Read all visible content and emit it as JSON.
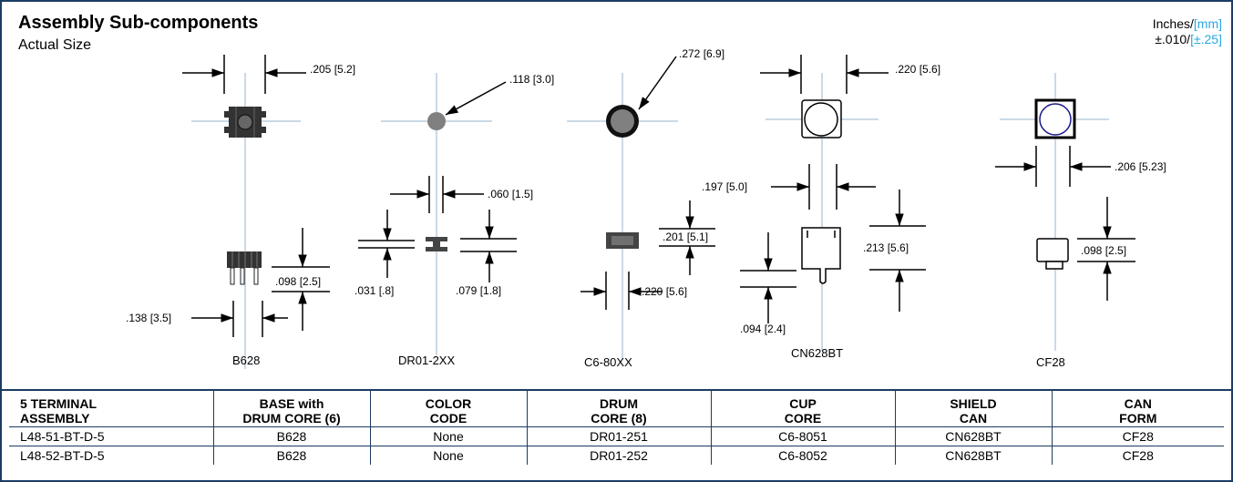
{
  "header": {
    "title": "Assembly Sub-components",
    "subtitle": "Actual Size",
    "units_inches": "Inches/",
    "units_mm": "[mm]",
    "tol_inches": ".010/",
    "tol_mm": "[±.25]"
  },
  "diagram": {
    "b628": {
      "label": "B628",
      "dim_width": ".205 [5.2]",
      "dim_height": ".098 [2.5]",
      "dim_pin": ".138 [3.5]"
    },
    "dr01": {
      "label": "DR01-2XX",
      "dim_dia": ".118 [3.0]",
      "dim_core": ".060 [1.5]",
      "dim_flange": ".031 [.8]",
      "dim_height": ".079 [1.8]"
    },
    "c680": {
      "label": "C6-80XX",
      "dim_dia": ".272 [6.9]",
      "dim_height": ".201 [5.1]",
      "dim_width": ".220 [5.6]"
    },
    "cn628": {
      "label": "CN628BT",
      "dim_width": ".220 [5.6]",
      "dim_inner": ".197 [5.0]",
      "dim_height": ".213 [5.6]",
      "dim_tab": ".094 [2.4]"
    },
    "cf28": {
      "label": "CF28",
      "dim_width": ".206 [5.23]",
      "dim_height": ".098 [2.5]"
    }
  },
  "table": {
    "headers": [
      [
        "5 TERMINAL",
        "ASSEMBLY"
      ],
      [
        "BASE with",
        "DRUM CORE (6)"
      ],
      [
        "COLOR",
        "CODE"
      ],
      [
        "DRUM",
        "CORE (8)"
      ],
      [
        "CUP",
        "CORE"
      ],
      [
        "SHIELD",
        "CAN"
      ],
      [
        "CAN",
        "FORM"
      ]
    ],
    "rows": [
      [
        "L48-51-BT-D-5",
        "B628",
        "None",
        "DR01-251",
        "C6-8051",
        "CN628BT",
        "CF28"
      ],
      [
        "L48-52-BT-D-5",
        "B628",
        "None",
        "DR01-252",
        "C6-8052",
        "CN628BT",
        "CF28"
      ]
    ]
  },
  "colors": {
    "border": "#1c3c63",
    "centerline": "#9ab3cc",
    "mm_text": "#2aa7e0",
    "part_dark": "#333333",
    "part_gray": "#808080"
  }
}
